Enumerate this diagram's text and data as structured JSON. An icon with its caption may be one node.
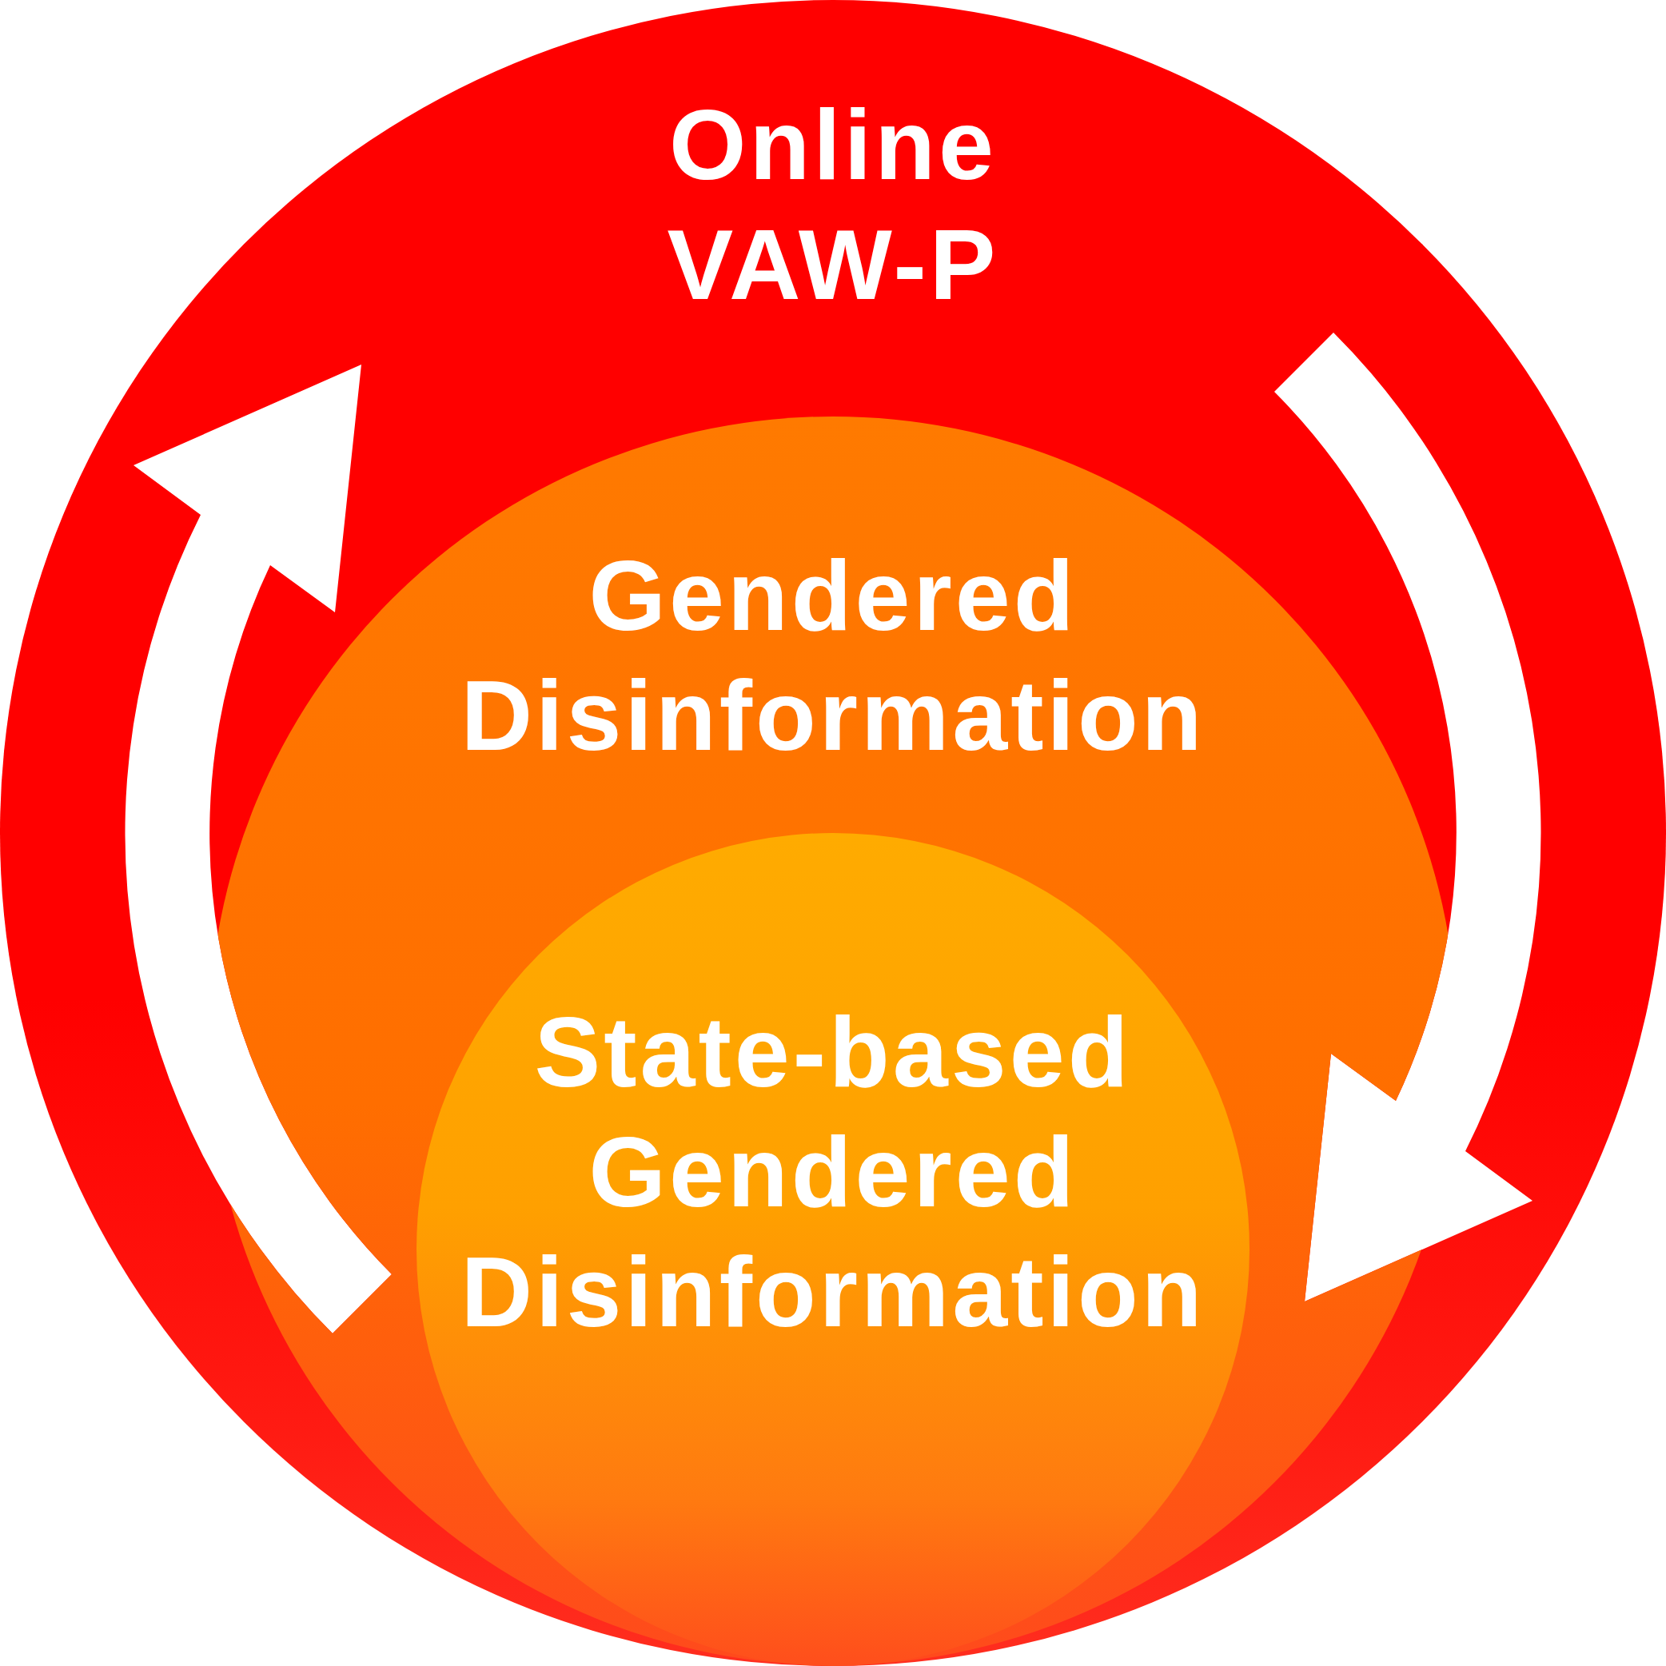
{
  "diagram": {
    "nodes": [
      {
        "text": [
          "Online VAW-P"
        ]
      },
      {
        "text": [
          "Gendered Disinformation"
        ],
        "in": 0
      },
      {
        "text": [
          "State-based Gendered Disinformation"
        ],
        "in": 1
      }
    ]
  }
}
